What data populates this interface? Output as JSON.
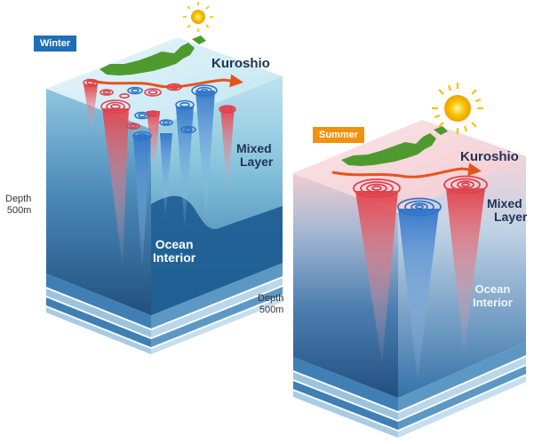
{
  "winter": {
    "badge": "Winter",
    "badge_color": "#1e6fb8",
    "kuroshio": "Kuroshio",
    "mixed_layer": [
      "Mixed",
      "Layer"
    ],
    "ocean_interior": [
      "Ocean",
      "Interior"
    ],
    "depth": [
      "Depth",
      "500m"
    ]
  },
  "summer": {
    "badge": "Summer",
    "badge_color": "#f0920f",
    "kuroshio": "Kuroshio",
    "mixed_layer": [
      "Mixed",
      "Layer"
    ],
    "ocean_interior": [
      "Ocean",
      "Interior"
    ],
    "depth": [
      "Depth",
      "500m"
    ]
  },
  "colors": {
    "warm_eddy": "#e0404a",
    "cold_eddy": "#2f74c8",
    "kuroshio_arrow": "#e8531b",
    "japan": "#4f9a2f",
    "sun": "#f6c200",
    "deep_ocean": "#1d5d92"
  },
  "icons": [
    "sun-icon",
    "kuroshio-arrow-icon",
    "japan-landmass-icon",
    "warm-eddy-icon",
    "cold-eddy-icon"
  ]
}
